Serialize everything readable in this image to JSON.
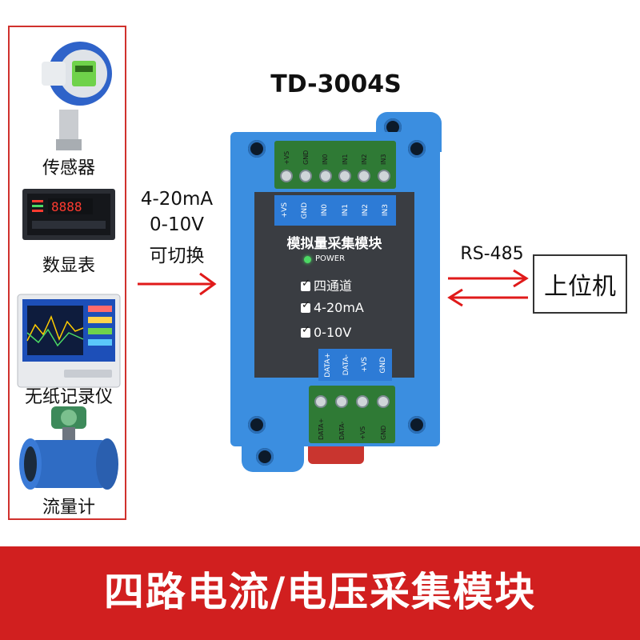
{
  "title": "TD-3004S",
  "left_devices": [
    {
      "label": "传感器",
      "icon": "pressure-sensor-icon"
    },
    {
      "label": "数显表",
      "icon": "digital-meter-icon"
    },
    {
      "label": "无纸记录仪",
      "icon": "paperless-recorder-icon"
    },
    {
      "label": "流量计",
      "icon": "flow-meter-icon"
    }
  ],
  "input_signal": {
    "line1": "4-20mA",
    "line2": "0-10V",
    "line3": "可切换"
  },
  "module": {
    "top_terminals": [
      "+VS",
      "GND",
      "IN0",
      "IN1",
      "IN2",
      "IN3"
    ],
    "name": "模拟量采集模块",
    "power": "POWER",
    "features": [
      "四通道",
      "4-20mA",
      "0-10V"
    ],
    "bottom_terminals": [
      "DATA+",
      "DATA-",
      "+VS",
      "GND"
    ]
  },
  "rs485": "RS-485",
  "host": "上位机",
  "banner": "四路电流/电压采集模块",
  "colors": {
    "frame": "#d0312d",
    "case": "#3b8ee0",
    "banner": "#d11f1f",
    "arrow": "#e01a1a",
    "power_led": "#4cd964"
  }
}
